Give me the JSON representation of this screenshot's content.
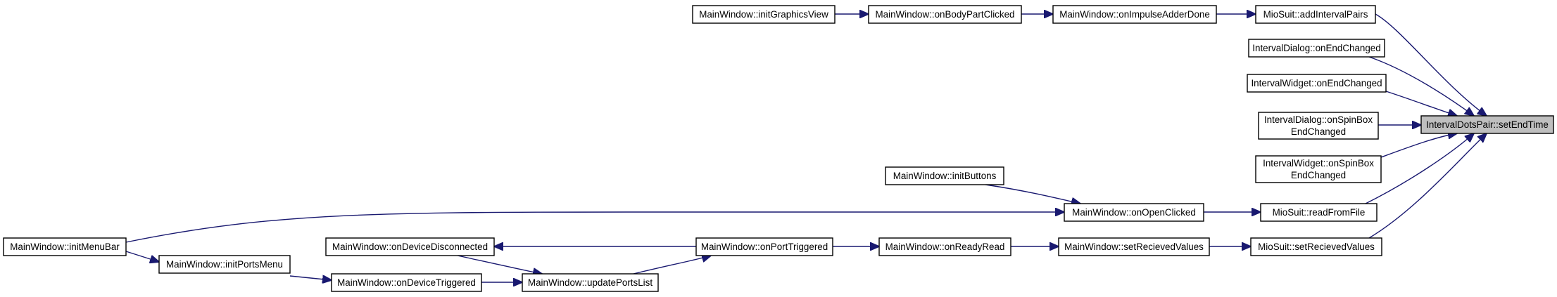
{
  "diagram": {
    "type": "call-graph",
    "colors": {
      "edge": "#191970",
      "node_fill": "#ffffff",
      "node_border": "#000000",
      "root_fill": "#bfbfbf",
      "text": "#000000"
    },
    "nodes": [
      {
        "id": "setEndTime",
        "lines": [
          "IntervalDotsPair::setEndTime"
        ],
        "highlight": true
      },
      {
        "id": "addIntervalPairs",
        "lines": [
          "MioSuit::addIntervalPairs"
        ]
      },
      {
        "id": "dlgOnEndChanged",
        "lines": [
          "IntervalDialog::onEndChanged"
        ]
      },
      {
        "id": "wdgOnEndChanged",
        "lines": [
          "IntervalWidget::onEndChanged"
        ]
      },
      {
        "id": "dlgOnSpinBox",
        "lines": [
          "IntervalDialog::onSpinBox",
          "EndChanged"
        ]
      },
      {
        "id": "wdgOnSpinBox",
        "lines": [
          "IntervalWidget::onSpinBox",
          "EndChanged"
        ]
      },
      {
        "id": "readFromFile",
        "lines": [
          "MioSuit::readFromFile"
        ]
      },
      {
        "id": "mioSetRecieved",
        "lines": [
          "MioSuit::setRecievedValues"
        ]
      },
      {
        "id": "onImpulseAdderDone",
        "lines": [
          "MainWindow::onImpulseAdderDone"
        ]
      },
      {
        "id": "onBodyPartClicked",
        "lines": [
          "MainWindow::onBodyPartClicked"
        ]
      },
      {
        "id": "initGraphicsView",
        "lines": [
          "MainWindow::initGraphicsView"
        ]
      },
      {
        "id": "onOpenClicked",
        "lines": [
          "MainWindow::onOpenClicked"
        ]
      },
      {
        "id": "initButtons",
        "lines": [
          "MainWindow::initButtons"
        ]
      },
      {
        "id": "initMenuBar",
        "lines": [
          "MainWindow::initMenuBar"
        ]
      },
      {
        "id": "mwSetRecieved",
        "lines": [
          "MainWindow::setRecievedValues"
        ]
      },
      {
        "id": "onReadyRead",
        "lines": [
          "MainWindow::onReadyRead"
        ]
      },
      {
        "id": "onPortTriggered",
        "lines": [
          "MainWindow::onPortTriggered"
        ]
      },
      {
        "id": "onDeviceDisconnected",
        "lines": [
          "MainWindow::onDeviceDisconnected"
        ]
      },
      {
        "id": "updatePortsList",
        "lines": [
          "MainWindow::updatePortsList"
        ]
      },
      {
        "id": "onDeviceTriggered",
        "lines": [
          "MainWindow::onDeviceTriggered"
        ]
      },
      {
        "id": "initPortsMenu",
        "lines": [
          "MainWindow::initPortsMenu"
        ]
      }
    ],
    "edges": [
      {
        "from": "addIntervalPairs",
        "to": "setEndTime"
      },
      {
        "from": "dlgOnEndChanged",
        "to": "setEndTime"
      },
      {
        "from": "wdgOnEndChanged",
        "to": "setEndTime"
      },
      {
        "from": "dlgOnSpinBox",
        "to": "setEndTime"
      },
      {
        "from": "wdgOnSpinBox",
        "to": "setEndTime"
      },
      {
        "from": "readFromFile",
        "to": "setEndTime"
      },
      {
        "from": "mioSetRecieved",
        "to": "setEndTime"
      },
      {
        "from": "onImpulseAdderDone",
        "to": "addIntervalPairs"
      },
      {
        "from": "onBodyPartClicked",
        "to": "onImpulseAdderDone"
      },
      {
        "from": "initGraphicsView",
        "to": "onBodyPartClicked"
      },
      {
        "from": "onOpenClicked",
        "to": "readFromFile"
      },
      {
        "from": "initButtons",
        "to": "onOpenClicked"
      },
      {
        "from": "initMenuBar",
        "to": "onOpenClicked"
      },
      {
        "from": "mwSetRecieved",
        "to": "mioSetRecieved"
      },
      {
        "from": "onReadyRead",
        "to": "mwSetRecieved"
      },
      {
        "from": "onPortTriggered",
        "to": "onReadyRead"
      },
      {
        "from": "onPortTriggered",
        "to": "onDeviceDisconnected"
      },
      {
        "from": "updatePortsList",
        "to": "onPortTriggered"
      },
      {
        "from": "onDeviceDisconnected",
        "to": "updatePortsList"
      },
      {
        "from": "onDeviceTriggered",
        "to": "updatePortsList"
      },
      {
        "from": "initPortsMenu",
        "to": "onDeviceTriggered"
      },
      {
        "from": "initMenuBar",
        "to": "initPortsMenu"
      }
    ]
  }
}
